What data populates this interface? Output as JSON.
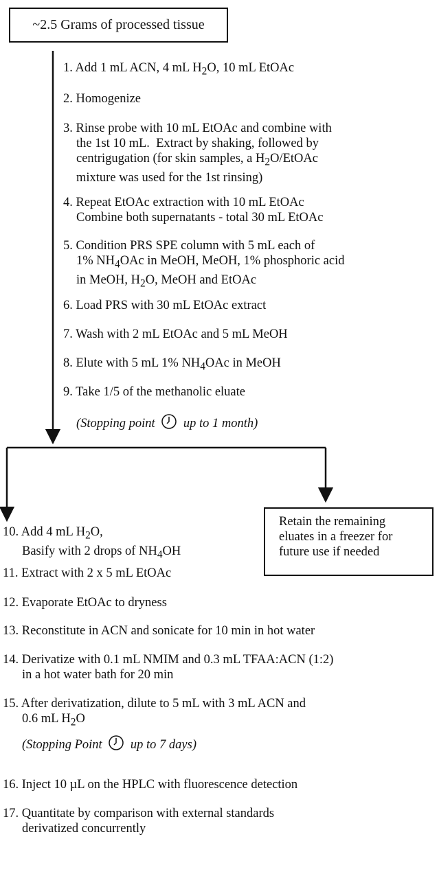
{
  "start_box": "~2.5 Grams of processed tissue",
  "steps_top": [
    {
      "lines": [
        "1. Add 1 mL ACN, 4 mL H2O, 10 mL EtOAc"
      ]
    },
    {
      "lines": [
        "2. Homogenize"
      ]
    },
    {
      "lines": [
        "3. Rinse probe with 10 mL EtOAc and combine with",
        "the 1st 10 mL.  Extract by shaking, followed by",
        "centrigugation (for skin samples, a H2O/EtOAc",
        "mixture was used for the 1st rinsing)"
      ]
    },
    {
      "lines": [
        "4. Repeat EtOAc extraction with 10 mL EtOAc",
        "Combine both supernatants - total 30 mL EtOAc"
      ]
    },
    {
      "lines": [
        "5. Condition PRS SPE column with 5 mL each of",
        "1% NH4OAc in MeOH, MeOH, 1% phosphoric acid",
        "in MeOH, H2O, MeOH and EtOAc"
      ]
    },
    {
      "lines": [
        "6. Load PRS with 30 mL EtOAc extract"
      ]
    },
    {
      "lines": [
        "7. Wash with 2 mL EtOAc and 5 mL MeOH"
      ]
    },
    {
      "lines": [
        "8. Elute with 5 mL 1% NH4OAc in MeOH"
      ]
    },
    {
      "lines": [
        "9. Take 1/5 of the methanolic eluate"
      ]
    }
  ],
  "stop1": {
    "pre": "(Stopping point",
    "post": "up to 1 month)"
  },
  "retain_box": [
    "Retain the remaining",
    "eluates in a freezer for",
    "future use if needed"
  ],
  "steps_bottom": [
    {
      "lines": [
        "10. Add 4 mL H2O,",
        "Basify with 2 drops of NH4OH"
      ]
    },
    {
      "lines": [
        "11. Extract with 2 x 5 mL EtOAc"
      ]
    },
    {
      "lines": [
        "12. Evaporate EtOAc to dryness"
      ]
    },
    {
      "lines": [
        "13. Reconstitute in ACN and sonicate for 10 min in hot water"
      ]
    },
    {
      "lines": [
        "14. Derivatize with 0.1 mL NMIM and 0.3 mL TFAA:ACN (1:2)",
        "in a hot water bath for 20 min"
      ]
    },
    {
      "lines": [
        "15. After derivatization, dilute to 5 mL with 3 mL ACN and",
        "0.6 mL H2O"
      ]
    },
    {
      "lines": [
        "16. Inject 10 µL on the HPLC with fluorescence detection"
      ]
    },
    {
      "lines": [
        "17. Quantitate by comparison with external standards",
        "derivatized concurrently"
      ]
    }
  ],
  "stop2": {
    "pre": "(Stopping Point",
    "post": "up to 7 days)"
  },
  "icons": {
    "stop": "clock-icon"
  }
}
